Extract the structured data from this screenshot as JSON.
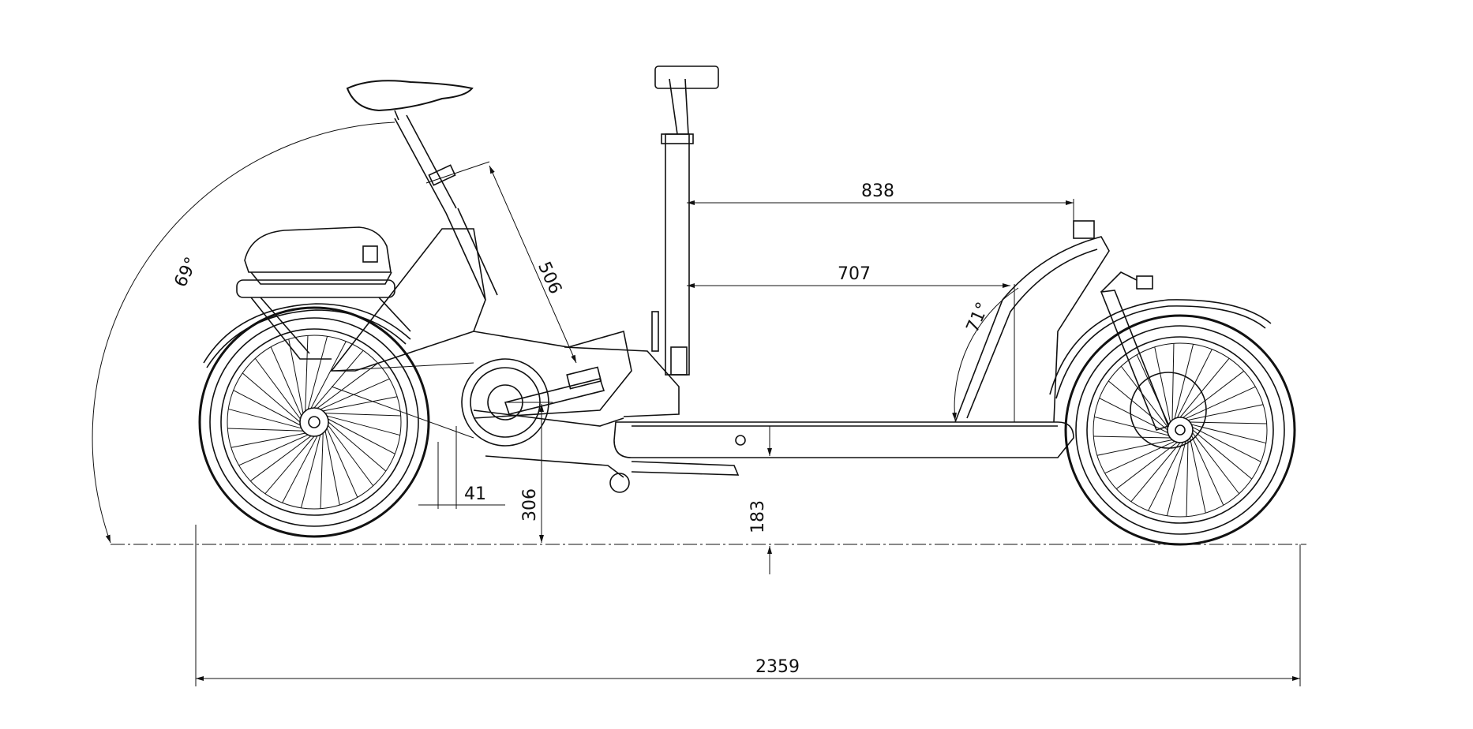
{
  "drawing": {
    "subject": "cargo e-bike side elevation",
    "dimensions": {
      "wheelbase": "2359",
      "saddle_reach": "838",
      "cargo_length": "707",
      "seat_tube_length": "506",
      "bb_drop_horizontal": "41",
      "bb_height": "306",
      "cargo_floor_height": "183"
    },
    "angles": {
      "seat_angle": "69°",
      "front_angle": "71°"
    }
  }
}
